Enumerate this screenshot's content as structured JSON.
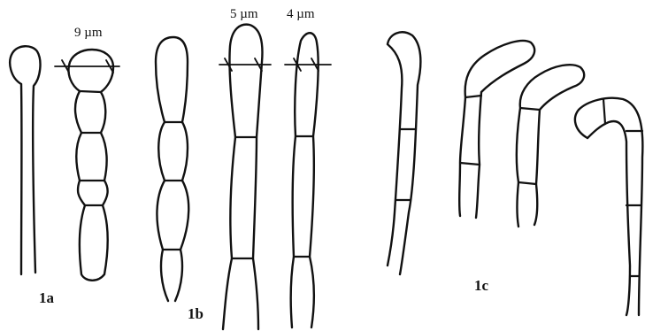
{
  "colors": {
    "ink": "#111111",
    "background": "#ffffff"
  },
  "figure": {
    "panels": [
      {
        "id": "1a",
        "label": "1a"
      },
      {
        "id": "1b",
        "label": "1b"
      },
      {
        "id": "1c",
        "label": "1c"
      }
    ],
    "measurements": [
      {
        "id": "m1",
        "text": "9 µm"
      },
      {
        "id": "m2",
        "text": "5 µm"
      },
      {
        "id": "m3",
        "text": "4 µm"
      }
    ]
  }
}
